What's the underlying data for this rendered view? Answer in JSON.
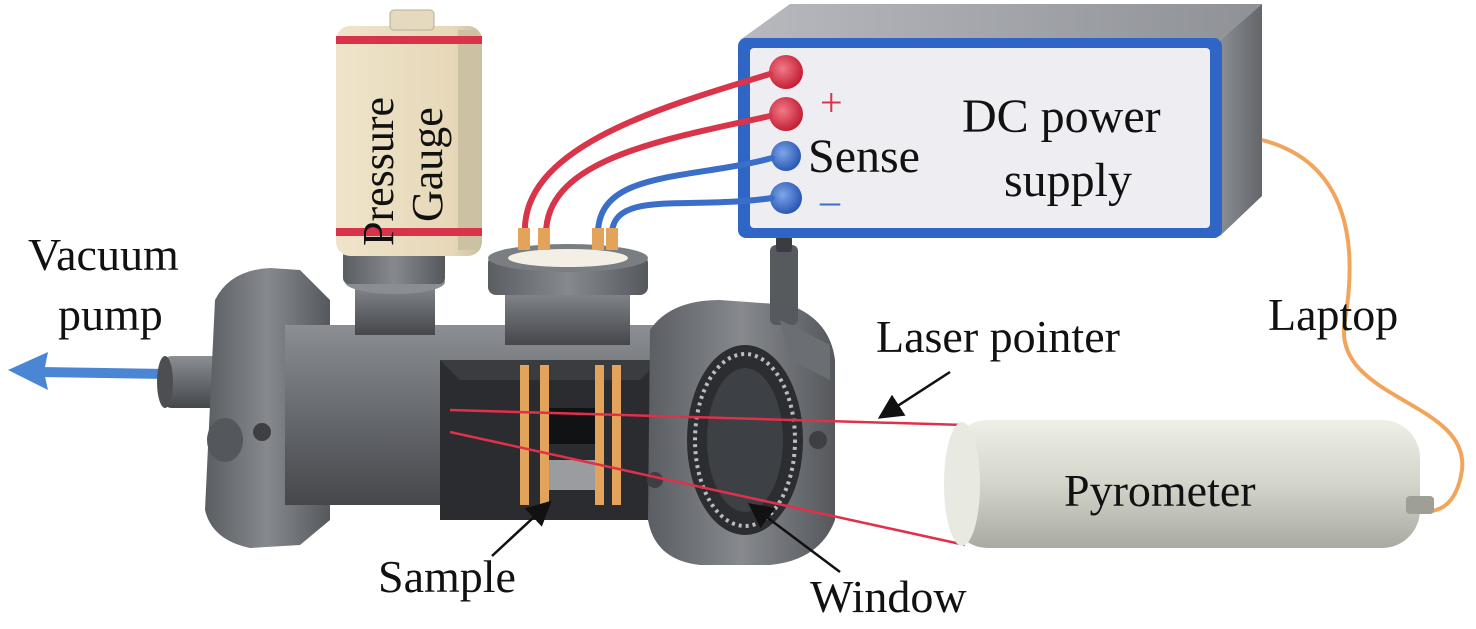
{
  "labels": {
    "vacuum_pump_line1": "Vacuum",
    "vacuum_pump_line2": "pump",
    "pressure_gauge_line1": "Pressure",
    "pressure_gauge_line2": "Gauge",
    "dc_power_line1": "DC power",
    "dc_power_line2": "supply",
    "plus": "+",
    "sense": "Sense",
    "minus": "–",
    "laptop": "Laptop",
    "laser_pointer": "Laser pointer",
    "pyrometer": "Pyrometer",
    "sample": "Sample",
    "window": "Window"
  },
  "colors": {
    "red_wire": "#d8354a",
    "blue_wire": "#3a6ec8",
    "orange_cable": "#f2a55a",
    "chamber_gray": "#6a6d72",
    "psu_panel": "#eeeef2",
    "psu_border": "#2f66c6",
    "gauge_body": "#ece0c4",
    "gauge_band": "#d8334a",
    "pyrometer_body": "#d6d8cf",
    "laser_beam": "#e0304a",
    "copper_terminal": "#e3a35a",
    "vacuum_arrow": "#4a86d4"
  }
}
